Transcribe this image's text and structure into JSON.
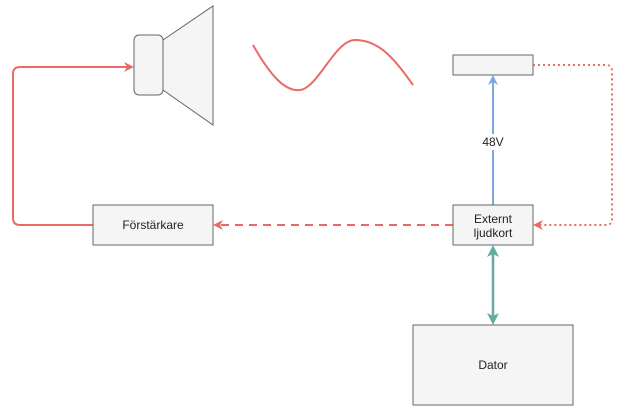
{
  "nodes": {
    "amplifier": {
      "label": "Förstärkare"
    },
    "soundcard": {
      "label_line1": "Externt",
      "label_line2": "ljudkort"
    },
    "computer": {
      "label": "Dator"
    }
  },
  "edges": {
    "phantom_power": {
      "label": "48V"
    }
  },
  "colors": {
    "red": "#EA6B66",
    "blue": "#7EA6E0",
    "green": "#67AB9F",
    "node_fill": "#F5F5F5",
    "node_stroke": "#666666"
  }
}
